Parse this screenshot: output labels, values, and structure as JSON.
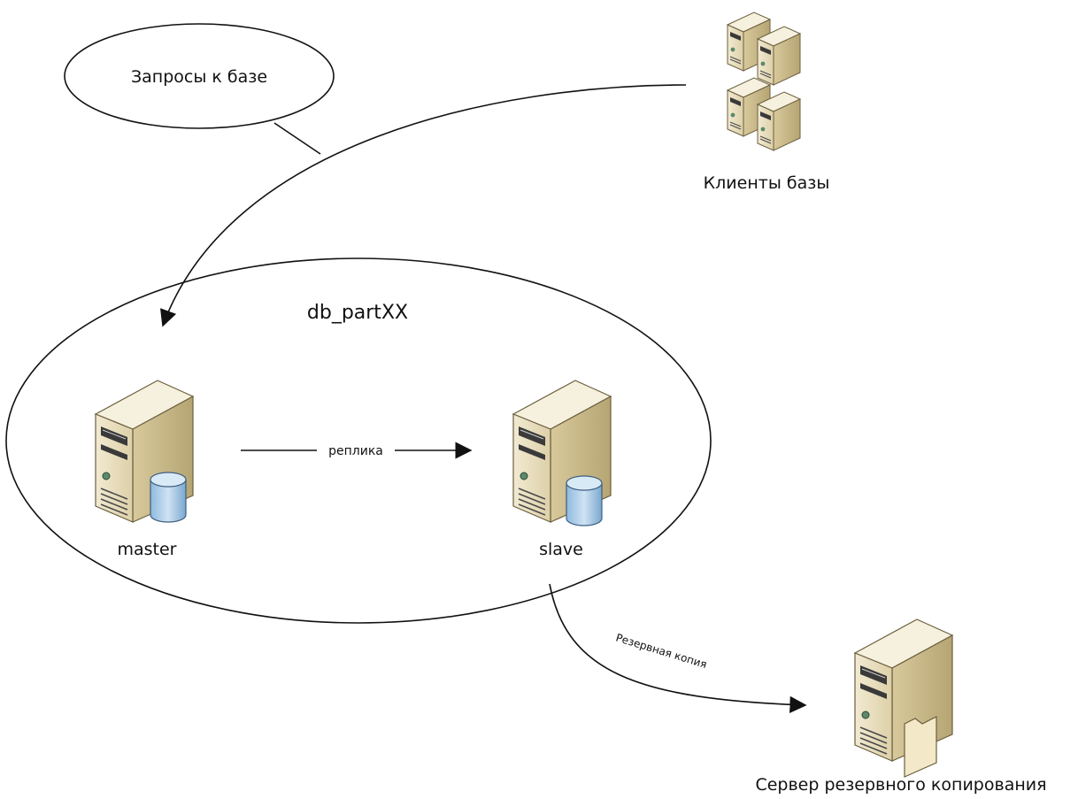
{
  "nodes": {
    "queries": {
      "label": "Запросы к базе"
    },
    "clients": {
      "label": "Клиенты базы"
    },
    "cluster": {
      "label": "db_partXX"
    },
    "master": {
      "label": "master"
    },
    "slave": {
      "label": "slave"
    },
    "backup_server": {
      "label": "Сервер резервного копирования"
    }
  },
  "edges": {
    "replica": {
      "label": "реплика",
      "from": "master",
      "to": "slave"
    },
    "backup": {
      "label": "Резервная копия",
      "from": "slave",
      "to": "backup_server"
    },
    "queries_flow": {
      "from": "clients",
      "to": "master"
    }
  },
  "colors": {
    "server_face": "#e9dfc4",
    "server_side": "#c8b88c",
    "server_top": "#f4eedc",
    "db_cylinder": "#a9cbe6",
    "line": "#111111"
  }
}
